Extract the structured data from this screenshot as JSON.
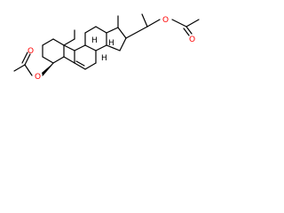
{
  "diagram": {
    "colors": {
      "bond": "#000000",
      "oxygen": "#ff0000",
      "hydrogen_label": "#000000",
      "background": "#ffffff"
    },
    "atom_labels": {
      "ester_oxygen_left": "O",
      "carbonyl_oxygen_left": "O",
      "ester_oxygen_right": "O",
      "carbonyl_oxygen_right": "O",
      "h_ring_junction_1": "H",
      "h_ring_junction_2": "H",
      "h_ring_junction_3": "H"
    }
  }
}
